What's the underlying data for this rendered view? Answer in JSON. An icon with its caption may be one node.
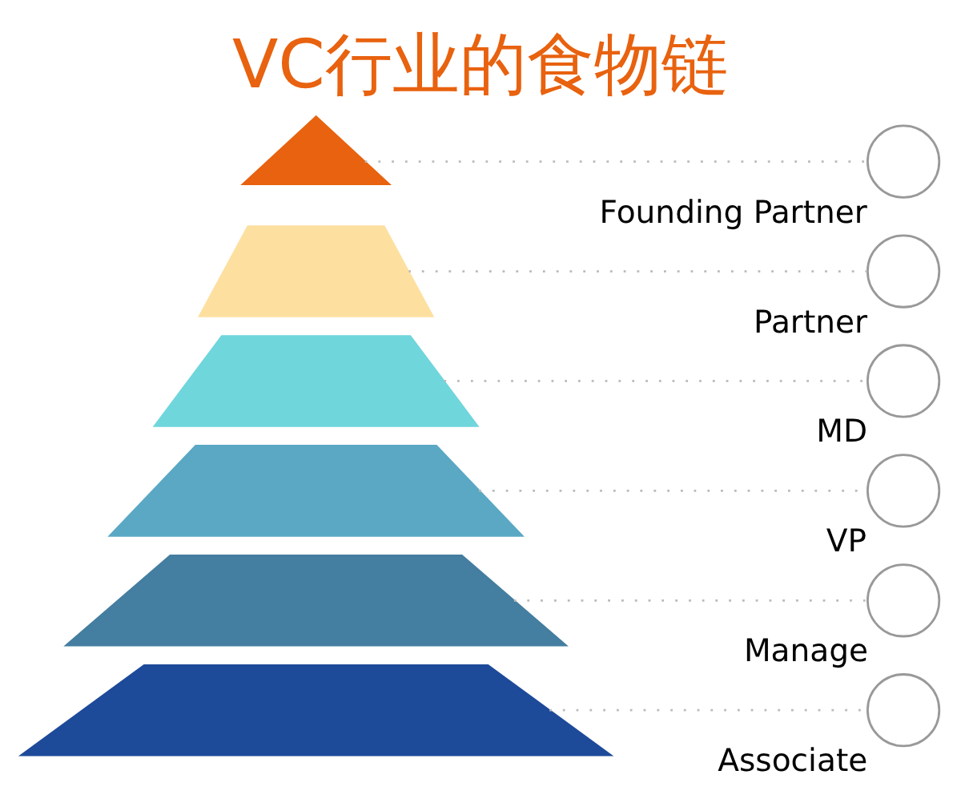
{
  "diagram": {
    "title": "VC行业的食物链",
    "nodes": [
      {
        "text": [],
        "shape": "triangle"
      },
      {
        "text": [],
        "shape": "trapezium"
      },
      {
        "text": [],
        "shape": "trapezium"
      },
      {
        "text": [],
        "shape": "trapezium"
      },
      {
        "text": [],
        "shape": "trapezium"
      },
      {
        "text": [],
        "shape": "trapezium"
      },
      {
        "text": [],
        "shape": "person",
        "beside": [
          "Founding Partner"
        ]
      },
      {
        "text": [],
        "shape": "person",
        "beside": [
          "Partner"
        ]
      },
      {
        "text": [],
        "shape": "person",
        "beside": [
          "MD"
        ]
      },
      {
        "text": [],
        "shape": "person",
        "beside": [
          "VP"
        ]
      },
      {
        "text": [],
        "shape": "person",
        "beside": [
          "Manage"
        ]
      },
      {
        "text": [],
        "shape": "person",
        "beside": [
          "Associate"
        ]
      }
    ],
    "edges": [
      {
        "from": 0,
        "to": 6,
        "arrow": "none",
        "style": "dashed"
      },
      {
        "from": 1,
        "to": 7,
        "arrow": "none",
        "style": "dashed"
      },
      {
        "from": 2,
        "to": 8,
        "arrow": "none",
        "style": "dashed"
      },
      {
        "from": 3,
        "to": 9,
        "arrow": "none",
        "style": "dashed"
      },
      {
        "from": 4,
        "to": 10,
        "arrow": "none",
        "style": "dashed"
      },
      {
        "from": 5,
        "to": 11,
        "arrow": "none",
        "style": "dashed"
      }
    ]
  }
}
